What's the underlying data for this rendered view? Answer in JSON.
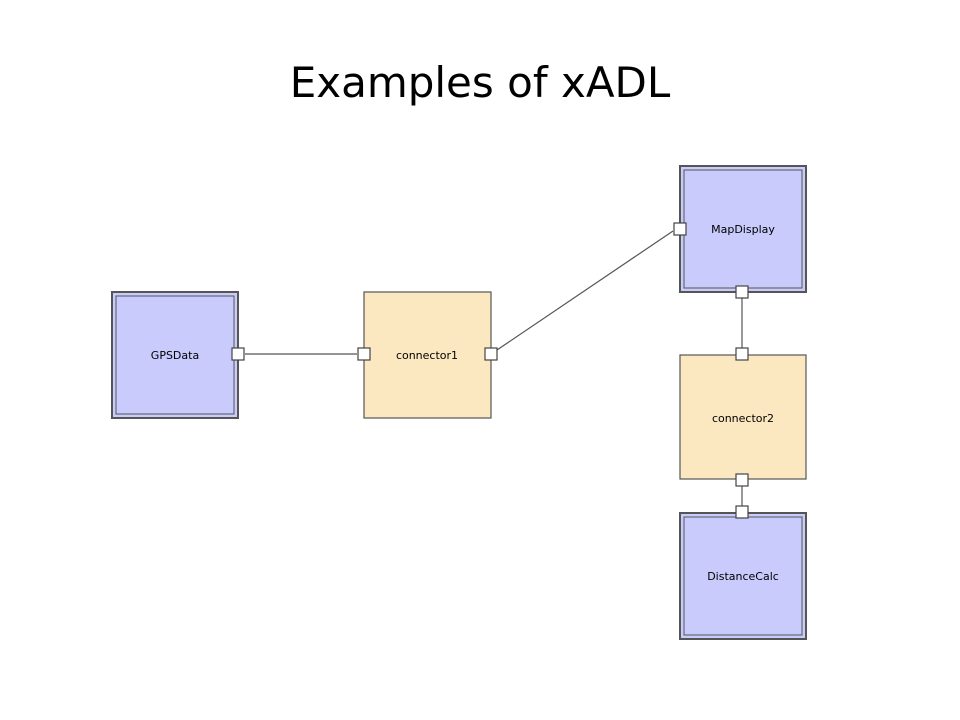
{
  "title": "Examples of xADL",
  "colors": {
    "component_fill": "#c8cbfb",
    "connector_fill": "#fce8c0",
    "border": "#555555",
    "port_fill": "#ffffff",
    "link": "#555555"
  },
  "nodes": {
    "gps_data": {
      "label": "GPSData",
      "kind": "component"
    },
    "connector1": {
      "label": "connector1",
      "kind": "connector"
    },
    "map_display": {
      "label": "MapDisplay",
      "kind": "component"
    },
    "connector2": {
      "label": "connector2",
      "kind": "connector"
    },
    "distance_calc": {
      "label": "DistanceCalc",
      "kind": "component"
    }
  },
  "links": [
    {
      "from": "GPSData",
      "to": "connector1"
    },
    {
      "from": "connector1",
      "to": "MapDisplay"
    },
    {
      "from": "MapDisplay",
      "to": "connector2"
    },
    {
      "from": "connector2",
      "to": "DistanceCalc"
    }
  ]
}
